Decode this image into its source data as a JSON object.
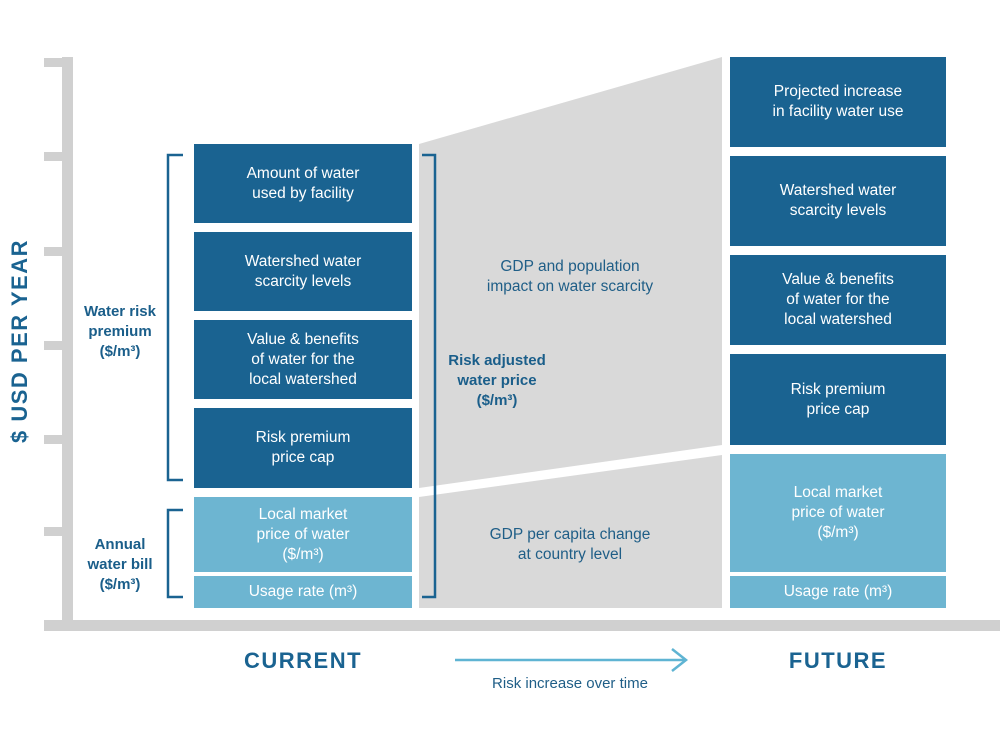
{
  "axis": {
    "y_label": "$ USD PER YEAR"
  },
  "current": {
    "title": "CURRENT",
    "boxes": [
      "Amount of water\nused by facility",
      "Watershed water\nscarcity levels",
      "Value & benefits\nof water for the\nlocal watershed",
      "Risk premium\nprice cap",
      "Local market\nprice of water\n($/m³)",
      "Usage rate (m³)"
    ]
  },
  "future": {
    "title": "FUTURE",
    "boxes": [
      "Projected increase\nin facility water use",
      "Watershed water\nscarcity levels",
      "Value & benefits\nof water for the\nlocal watershed",
      "Risk premium\nprice cap",
      "Local market\nprice of water\n($/m³)",
      "Usage rate (m³)"
    ]
  },
  "labels": {
    "water_risk_premium": "Water risk\npremium\n($/m³)",
    "annual_water_bill": "Annual\nwater bill\n($/m³)",
    "risk_adjusted_price": "Risk adjusted\nwater price\n($/m³)"
  },
  "drivers": {
    "upper": "GDP and population\nimpact on water scarcity",
    "lower": "GDP per capita change\nat country level"
  },
  "timeline": {
    "label": "Risk increase over time"
  },
  "colors": {
    "dark_blue": "#1a6391",
    "light_blue": "#6db5d1",
    "axis_gray": "#d0d0d0",
    "band_gray": "#d9d9d9",
    "bracket_blue": "#1a6391",
    "arrow_blue": "#5fb4d3"
  }
}
